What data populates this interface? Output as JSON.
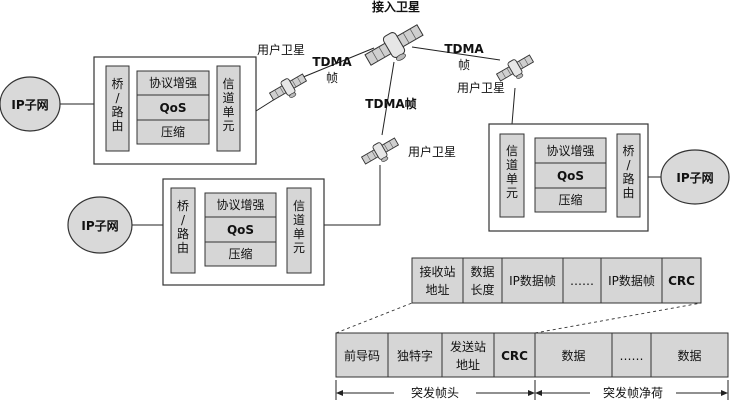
{
  "satellites": {
    "access": "接入卫星",
    "user": "用户卫星"
  },
  "links": {
    "tdma": "TDMA",
    "frame": "帧",
    "tdma_frame": "TDMA帧"
  },
  "node": {
    "subnet": "IP子网",
    "bridge": [
      "桥",
      "/",
      "路",
      "由"
    ],
    "protocol": "协议增强",
    "qos": "QoS",
    "compress": "压缩",
    "channel": [
      "信",
      "道",
      "单",
      "元"
    ]
  },
  "upper_frame": {
    "cells": [
      [
        "接收站",
        "地址"
      ],
      [
        "数据",
        "长度"
      ],
      [
        "IP数据帧"
      ],
      [
        "……"
      ],
      [
        "IP数据帧"
      ],
      [
        "CRC"
      ]
    ]
  },
  "lower_frame": {
    "cells": [
      [
        "前导码"
      ],
      [
        "独特字"
      ],
      [
        "发送站",
        "地址"
      ],
      [
        "CRC"
      ],
      [
        "数据"
      ],
      [
        "……"
      ],
      [
        "数据"
      ]
    ],
    "header_label": "突发帧头",
    "payload_label": "突发帧净荷"
  },
  "colors": {
    "module_fill": "#d6d6d6",
    "subnet_fill": "#d9d9d9",
    "line": "#222222"
  },
  "icons": {
    "satellite": "satellite-icon"
  }
}
